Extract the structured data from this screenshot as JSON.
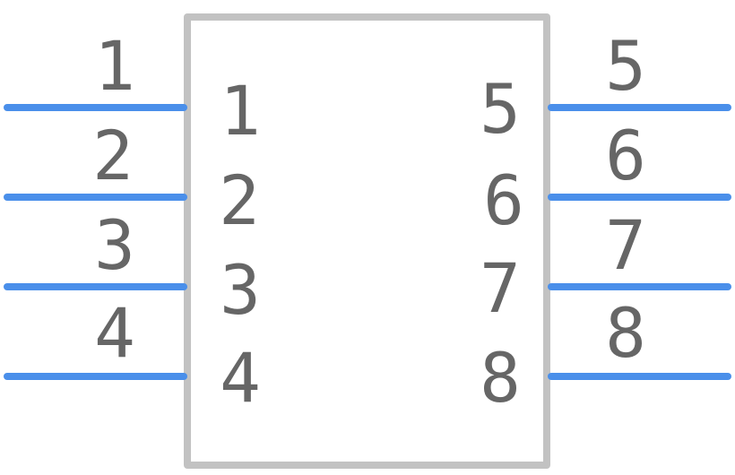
{
  "colors": {
    "body_outline": "#c2c2c2",
    "pin_line": "#4a8fea",
    "text": "#666666",
    "background": "#ffffff"
  },
  "pins": {
    "left": [
      {
        "outer_label": "1",
        "inner_label": "1"
      },
      {
        "outer_label": "2",
        "inner_label": "2"
      },
      {
        "outer_label": "3",
        "inner_label": "3"
      },
      {
        "outer_label": "4",
        "inner_label": "4"
      }
    ],
    "right": [
      {
        "outer_label": "5",
        "inner_label": "5"
      },
      {
        "outer_label": "6",
        "inner_label": "6"
      },
      {
        "outer_label": "7",
        "inner_label": "7"
      },
      {
        "outer_label": "8",
        "inner_label": "8"
      }
    ]
  }
}
